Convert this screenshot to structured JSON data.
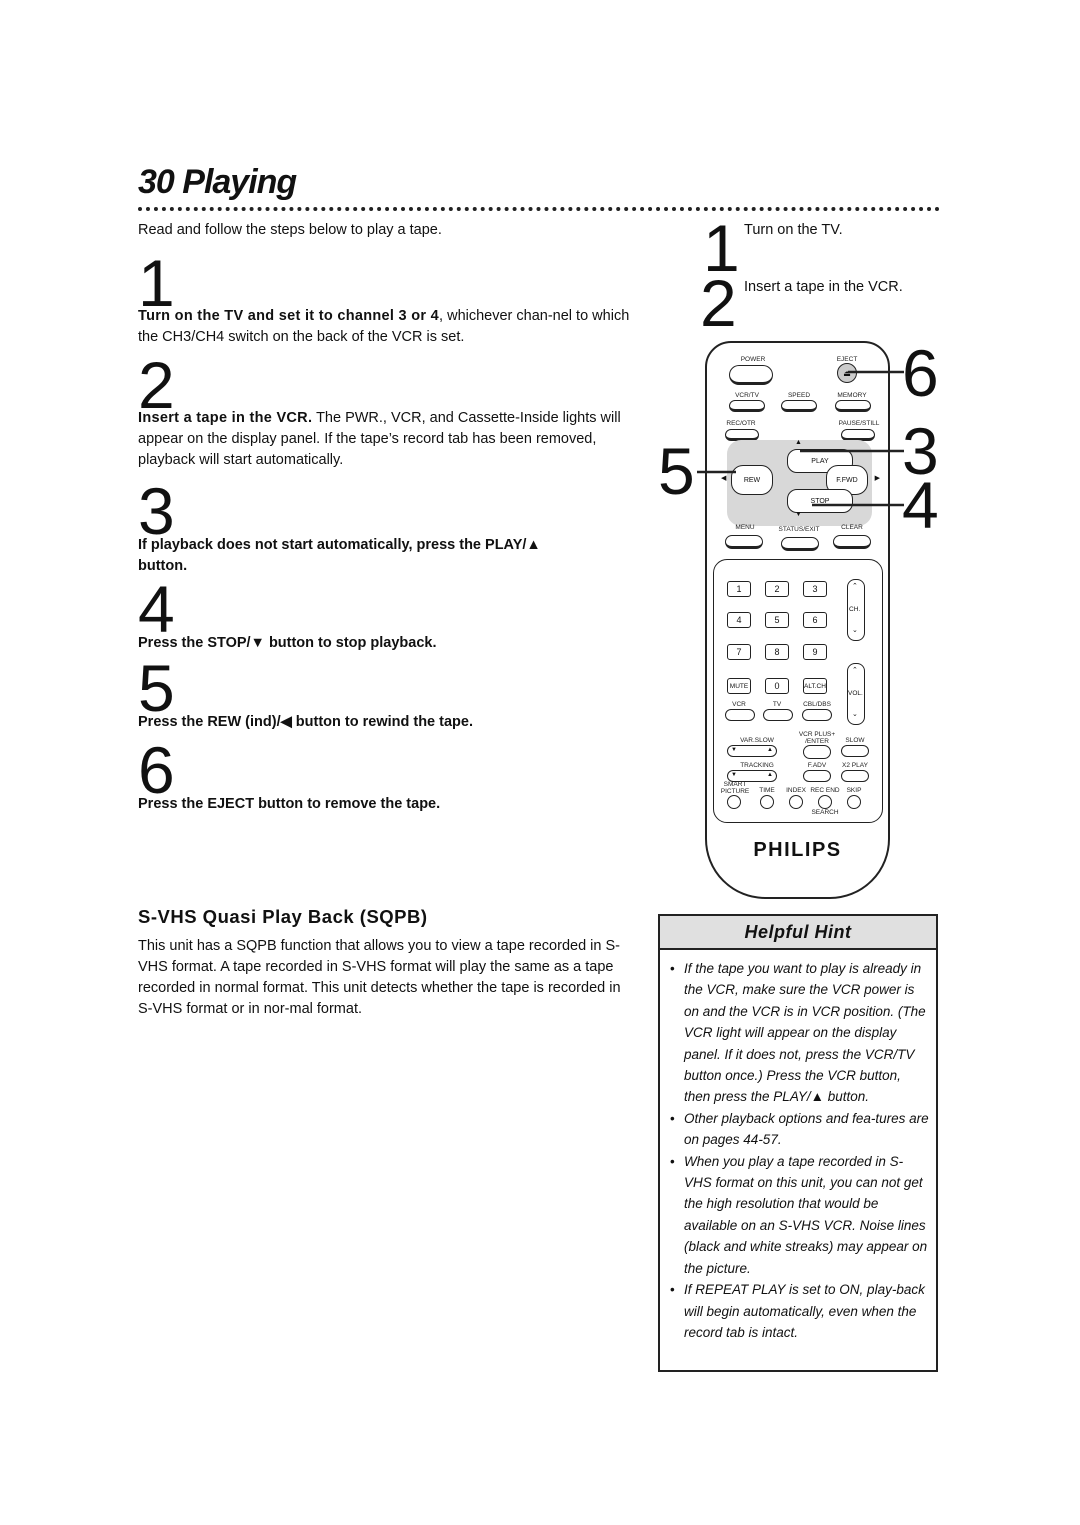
{
  "page": {
    "title": "30  Playing",
    "intro": "Read and follow the steps below to play a tape."
  },
  "steps": [
    {
      "num": "1",
      "bold": "Turn on the TV and set it to channel 3 or 4",
      "text": ", whichever chan-nel to which the CH3/CH4 switch on the back of the VCR is set."
    },
    {
      "num": "2",
      "bold": "Insert a tape in the VCR.",
      "text": " The PWR., VCR, and Cassette-Inside lights will appear on the display panel. If the tape’s record tab has been removed, playback will start automatically."
    },
    {
      "num": "3",
      "bold": "If playback does not start automatically, press the PLAY/▲ button.",
      "text": ""
    },
    {
      "num": "4",
      "bold": "Press the STOP/▼ button to stop playback.",
      "text": ""
    },
    {
      "num": "5",
      "bold": "Press the REW (ind)/◀ button to rewind the tape.",
      "text": ""
    },
    {
      "num": "6",
      "bold": "Press the EJECT button to remove the tape.",
      "text": ""
    }
  ],
  "right_steps": [
    {
      "num": "1",
      "text": "Turn on the TV."
    },
    {
      "num": "2",
      "text": "Insert a tape in the VCR."
    }
  ],
  "callouts": [
    "6",
    "3",
    "5",
    "4"
  ],
  "sqpb": {
    "heading": "S-VHS Quasi Play Back (SQPB)",
    "body": "This unit has a SQPB function that allows you to view a tape recorded in S-VHS format. A tape recorded in S-VHS format will play the same as a tape recorded in normal format. This unit detects whether the tape is recorded in S-VHS format or in nor-mal format."
  },
  "hint": {
    "title": "Helpful Hint",
    "items": [
      "If the tape you want to play is already in the VCR, make sure the VCR power is on and the VCR is in VCR position. (The VCR light will appear on the display panel. If it does not, press the VCR/TV button once.) Press the VCR button, then press the PLAY/▲ button.",
      "Other playback options and fea-tures are on pages 44-57.",
      "When you play a tape recorded in S-VHS format on this unit, you can not get the high resolution that would be available on an S-VHS VCR. Noise lines (black and white streaks) may appear on the picture.",
      "If REPEAT PLAY is set to ON, play-back will begin automatically, even when the record tab is intact."
    ]
  },
  "remote": {
    "power": "POWER",
    "eject": "EJECT",
    "vcrtv": "VCR/TV",
    "speed": "SPEED",
    "memory": "MEMORY",
    "recotr": "REC/OTR",
    "pausestill": "PAUSE/STILL",
    "play": "PLAY",
    "rew": "REW",
    "ffwd": "F.FWD",
    "stop": "STOP",
    "menu": "MENU",
    "statusexit": "STATUS/EXIT",
    "clear": "CLEAR",
    "keys": [
      "1",
      "2",
      "3",
      "4",
      "5",
      "6",
      "7",
      "8",
      "9"
    ],
    "mute": "MUTE",
    "zero": "0",
    "altch": "ALT.CH",
    "ch": "CH.",
    "vol": "VOL.",
    "vcr": "VCR",
    "tv": "TV",
    "cbldbs": "CBL/DBS",
    "varslow": "VAR.SLOW",
    "vcrplus": "VCR PLUS+ /ENTER",
    "slow": "SLOW",
    "tracking": "TRACKING",
    "fadv": "F.ADV",
    "x2play": "X2 PLAY",
    "smartpicture": "SMART PICTURE",
    "time": "TIME",
    "index": "INDEX",
    "recend": "REC END",
    "skip": "SKIP",
    "search": "SEARCH",
    "brand": "PHILIPS"
  }
}
